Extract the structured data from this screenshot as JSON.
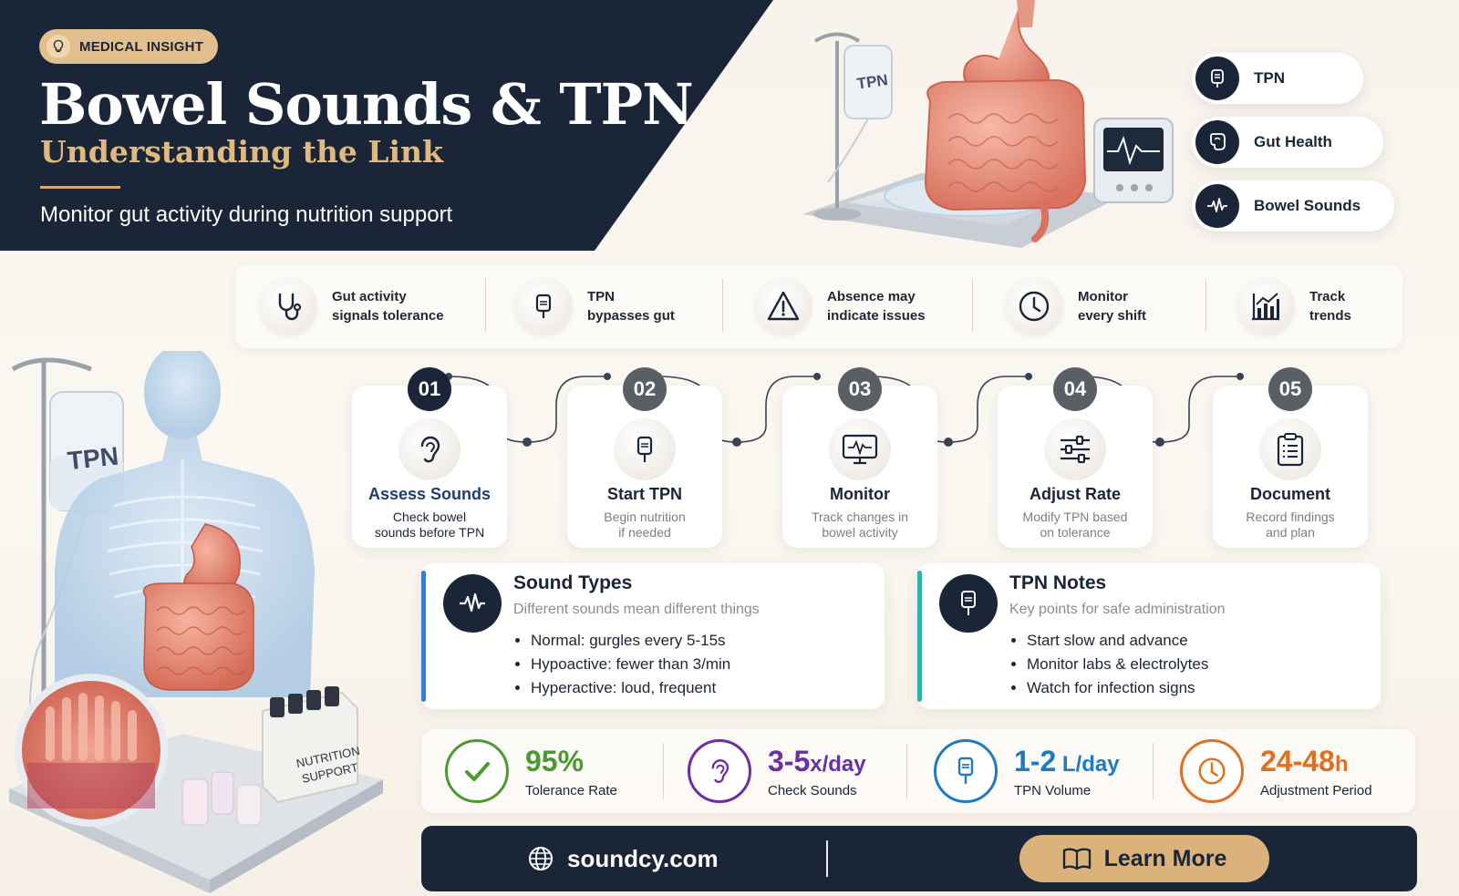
{
  "hero": {
    "badge": "MEDICAL INSIGHT",
    "title": "Bowel Sounds & TPN",
    "subtitle": "Understanding the Link",
    "tagline": "Monitor gut activity during nutrition support",
    "bag_label": "TPN"
  },
  "pills": [
    {
      "label": "TPN",
      "icon": "iv-bag-icon"
    },
    {
      "label": "Gut Health",
      "icon": "stomach-icon"
    },
    {
      "label": "Bowel Sounds",
      "icon": "waveform-icon"
    }
  ],
  "features": [
    {
      "line1": "Gut activity",
      "line2": "signals tolerance",
      "icon": "stethoscope-icon"
    },
    {
      "line1": "TPN",
      "line2": "bypasses gut",
      "icon": "iv-bag-icon"
    },
    {
      "line1": "Absence may",
      "line2": "indicate issues",
      "icon": "warning-icon"
    },
    {
      "line1": "Monitor",
      "line2": "every shift",
      "icon": "clock-icon"
    },
    {
      "line1": "Track",
      "line2": "trends",
      "icon": "bar-chart-icon"
    }
  ],
  "illustration": {
    "bag_label": "TPN",
    "box_line1": "NUTRITION",
    "box_line2": "SUPPORT"
  },
  "steps": [
    {
      "num": "01",
      "title": "Assess Sounds",
      "line1": "Check bowel",
      "line2": "sounds before TPN",
      "icon": "ear-icon"
    },
    {
      "num": "02",
      "title": "Start TPN",
      "line1": "Begin nutrition",
      "line2": "if needed",
      "icon": "iv-bag-icon"
    },
    {
      "num": "03",
      "title": "Monitor",
      "line1": "Track changes in",
      "line2": "bowel activity",
      "icon": "monitor-icon"
    },
    {
      "num": "04",
      "title": "Adjust Rate",
      "line1": "Modify TPN based",
      "line2": "on tolerance",
      "icon": "sliders-icon"
    },
    {
      "num": "05",
      "title": "Document",
      "line1": "Record findings",
      "line2": "and plan",
      "icon": "clipboard-icon"
    }
  ],
  "cards": [
    {
      "title": "Sound Types",
      "subtitle": "Different sounds mean different things",
      "items": [
        "Normal: gurgles every 5-15s",
        "Hypoactive: fewer than 3/min",
        "Hyperactive: loud, frequent"
      ],
      "accent": "#3a7bd5",
      "icon": "waveform-icon"
    },
    {
      "title": "TPN Notes",
      "subtitle": "Key points for safe administration",
      "items": [
        "Start slow and advance",
        "Monitor labs & electrolytes",
        "Watch for infection signs"
      ],
      "accent": "#2bb3b0",
      "icon": "iv-bag-icon"
    }
  ],
  "stats": [
    {
      "value": "95%",
      "unit": "",
      "label": "Tolerance Rate",
      "color": "#4a9a2f",
      "icon": "check-icon"
    },
    {
      "value": "3-5",
      "unit": "x/day",
      "label": "Check Sounds",
      "color": "#6b2fa3",
      "icon": "ear-icon"
    },
    {
      "value": "1-2",
      "unit": " L/day",
      "label": "TPN Volume",
      "color": "#1f7ac4",
      "icon": "iv-bag-icon"
    },
    {
      "value": "24-48",
      "unit": "h",
      "label": "Adjustment Period",
      "color": "#e0701f",
      "icon": "clock-icon"
    }
  ],
  "footer": {
    "site": "soundcy.com",
    "button": "Learn More"
  },
  "colors": {
    "navy": "#1a2537",
    "gold": "#e1b97f",
    "background": "#f8f3ec"
  }
}
